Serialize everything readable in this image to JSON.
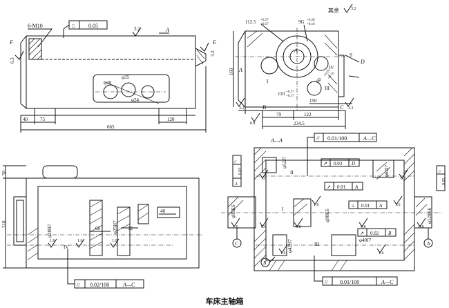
{
  "caption": "车床主轴箱",
  "top_left_view": {
    "thread_callout": "6-M10",
    "flatness_tol": "0.05",
    "roughness_top": "3.2",
    "roughness_left": "6.3",
    "roughness_right": "3.2",
    "datum_A": "A",
    "datum_F": "F",
    "datum_E": "E",
    "window_holes": [
      "φ30",
      "φ35",
      "φ24"
    ],
    "dims": [
      "40",
      "75",
      "120",
      "665"
    ]
  },
  "top_right_view": {
    "others_note": "其余",
    "dims_top": [
      "112.5",
      "+0.27",
      "+0.17",
      "9G",
      "+0.26",
      "+0.16"
    ],
    "dim_160": "160",
    "dim_110": "110",
    "dim_110_tol": [
      "+0.27",
      "+0.17"
    ],
    "dim_90": "90",
    "dim_90_tol": [
      "+0.26",
      "+0.16"
    ],
    "bottom_dims": [
      "79",
      "150",
      "122",
      "234.5"
    ],
    "roughness": [
      "3.2",
      "3.2",
      "0.8",
      "3.2"
    ],
    "labels": [
      "A",
      "A",
      "B",
      "C",
      "D",
      "I",
      "III",
      "IV",
      "S"
    ]
  },
  "bottom_left_view": {
    "dims": [
      "50",
      "310",
      "60",
      "32",
      "40"
    ],
    "bore_labels": [
      "φ28H7",
      "φ25H7"
    ],
    "roughness": [
      "1.6",
      "1.6",
      "1.6"
    ],
    "section_mark": "IV",
    "parallelism_fcf": {
      "symbol": "//",
      "tol": "0.02/100",
      "datum": "A—C"
    }
  },
  "bottom_right_view": {
    "section_title": "A—A",
    "fcf_top": {
      "symbol": "//",
      "tol": "0.01/100",
      "datum": "A—C"
    },
    "fcf_bottom": {
      "symbol": "//",
      "tol": "0.01/100",
      "datum": "A—C"
    },
    "fcf_runout_d": {
      "symbol": "↗",
      "tol": "0.03",
      "datum": "D"
    },
    "fcf_runout_a1": {
      "symbol": "↗",
      "tol": "0.01",
      "datum": "A"
    },
    "fcf_perp_a": {
      "symbol": "⊥",
      "tol": "0.01",
      "datum": "A"
    },
    "fcf_runout_b": {
      "symbol": "↗",
      "tol": "0.02",
      "datum": "B"
    },
    "fcf_left_vert": {
      "symbol": "//",
      "tol": "0.02",
      "datum": "A"
    },
    "fcf_right_vert": {
      "symbol": "○",
      "tol": "0.05"
    },
    "diameters": [
      "φ52J7",
      "φ62J7",
      "φ95K6",
      "φ90K6",
      "φ120K6",
      "φ42H7",
      "φ40J7"
    ],
    "roughness": [
      "1.6",
      "0.8",
      "0.8",
      "0.8",
      "0.8",
      "1.6",
      "1.6",
      "1.6",
      "1.6",
      "6.3",
      "1.6"
    ],
    "roman_marks": [
      "II",
      "I",
      "III"
    ],
    "datums": [
      "A",
      "C",
      "B"
    ]
  }
}
